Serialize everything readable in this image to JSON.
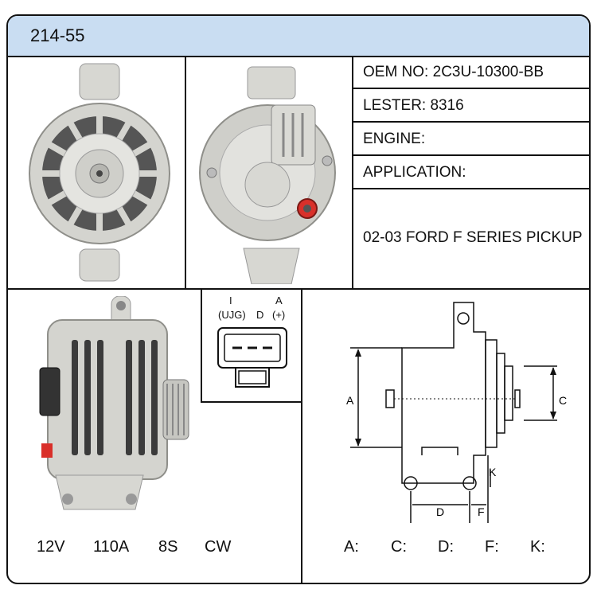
{
  "header": {
    "part_number": "214-55"
  },
  "specs": {
    "oem": {
      "label": "OEM NO:",
      "value": "2C3U-10300-BB"
    },
    "lester": {
      "label": "LESTER:",
      "value": "8316"
    },
    "engine": {
      "label": "ENGINE:",
      "value": ""
    },
    "application": {
      "label": "APPLICATION:",
      "value": "02-03 FORD F SERIES PICKUP"
    }
  },
  "ratings": {
    "voltage": "12V",
    "amperage": "110A",
    "pulley": "8S",
    "rotation": "CW"
  },
  "connector": {
    "pin1_top": "I",
    "pin1_bottom": "(UJG)",
    "pin2": "D",
    "pin3_top": "A",
    "pin3_bottom": "(+)"
  },
  "dimensions": {
    "labels": {
      "a": "A",
      "c": "C",
      "d": "D",
      "f": "F",
      "k": "K"
    },
    "values": {
      "a": "A:",
      "c": "C:",
      "d": "D:",
      "f": "F:",
      "k": "K:"
    }
  },
  "colors": {
    "header_bg": "#c9ddf2",
    "terminal_red": "#d9302a",
    "body_gray": "#d4d4cf"
  }
}
